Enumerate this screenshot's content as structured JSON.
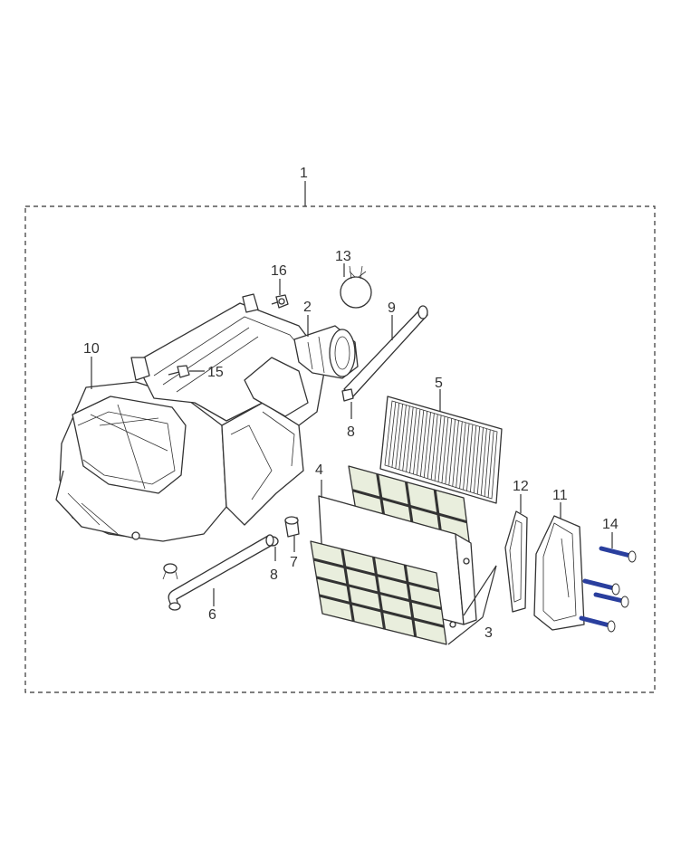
{
  "diagram": {
    "callouts": [
      "1",
      "2",
      "3",
      "4",
      "5",
      "6",
      "7",
      "8",
      "8",
      "9",
      "10",
      "11",
      "12",
      "13",
      "14",
      "15",
      "16"
    ]
  },
  "colors": {
    "line": "#333333",
    "bolt_blue": "#2a3f9e",
    "frame_tint": "#e9eedd",
    "background": "#ffffff"
  }
}
